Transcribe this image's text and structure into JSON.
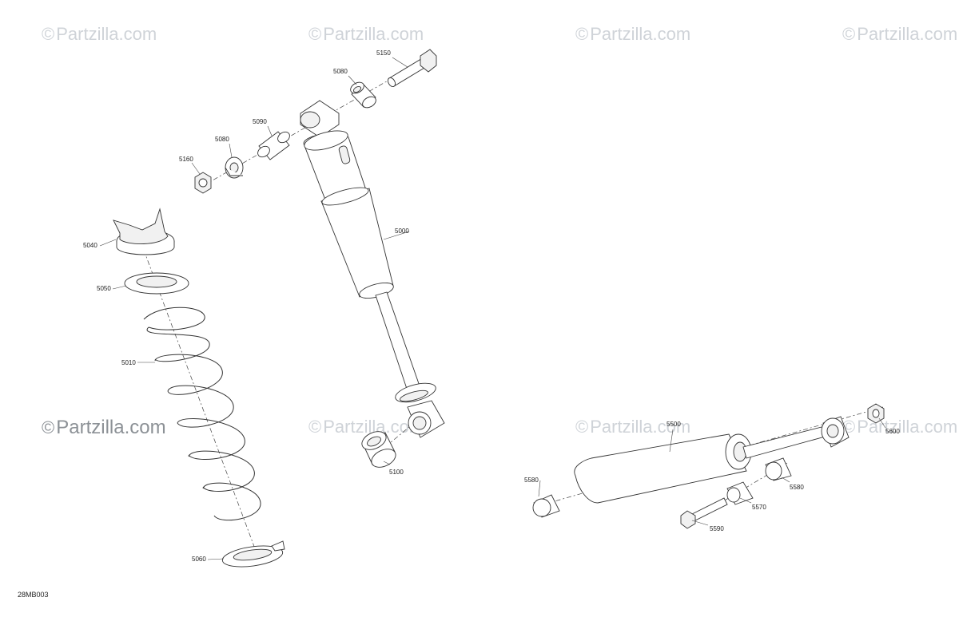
{
  "watermark": {
    "symbol": "©",
    "text": "Partzilla.com"
  },
  "diagram_code": "28MB003",
  "parts": {
    "p5150": "5150",
    "p5080a": "5080",
    "p5090": "5090",
    "p5080b": "5080",
    "p5160": "5160",
    "p5040": "5040",
    "p5000": "5000",
    "p5050": "5050",
    "p5010": "5010",
    "p5100": "5100",
    "p5060": "5060",
    "p5500": "5500",
    "p5600": "5600",
    "p5580a": "5580",
    "p5580b": "5580",
    "p5570": "5570",
    "p5590": "5590"
  }
}
